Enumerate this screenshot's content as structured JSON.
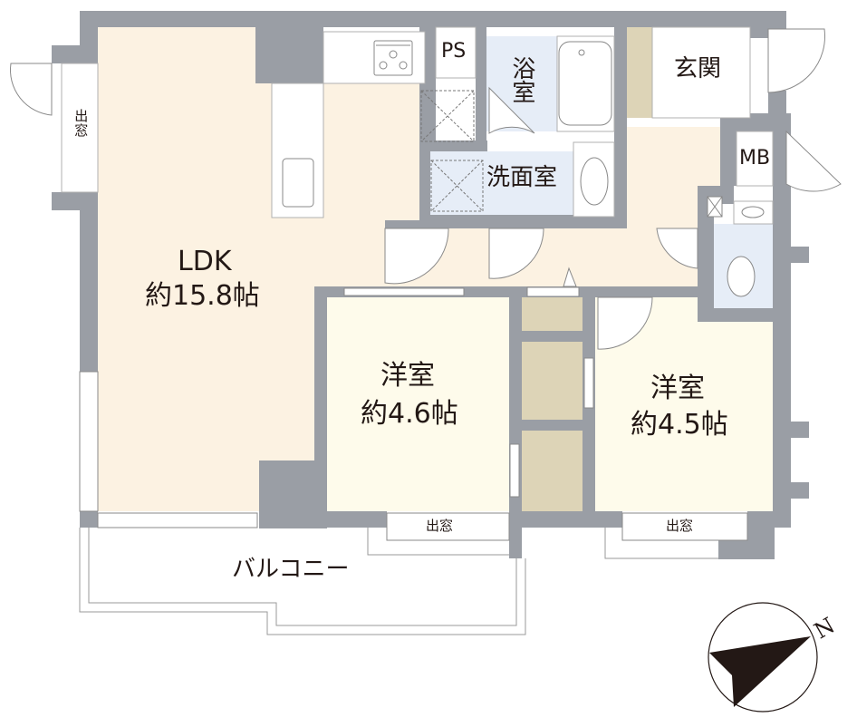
{
  "floorplan": {
    "colors": {
      "wall": "#9a9ea5",
      "ldk_floor": "#fcf2e2",
      "room_floor": "#fefbeb",
      "wet_area": "#e6edf7",
      "storage": "#ddd4b7",
      "fixture": "#ffffff",
      "line": "#8a8a8a"
    },
    "rooms": {
      "ldk": {
        "name": "LDK",
        "area": "約15.8帖"
      },
      "western_room_1": {
        "name": "洋室",
        "area": "約4.6帖"
      },
      "western_room_2": {
        "name": "洋室",
        "area": "約4.5帖"
      },
      "bathroom": {
        "name": "浴室"
      },
      "washroom": {
        "name": "洗面室"
      },
      "entrance": {
        "name": "玄関"
      },
      "pipe_space": {
        "name": "PS"
      },
      "meter_box": {
        "name": "MB"
      },
      "balcony": {
        "name": "バルコニー"
      }
    },
    "bay_windows": {
      "ldk_side": "出窓",
      "room1_bottom": "出窓",
      "room2_bottom": "出窓"
    },
    "compass": {
      "label": "N"
    }
  }
}
